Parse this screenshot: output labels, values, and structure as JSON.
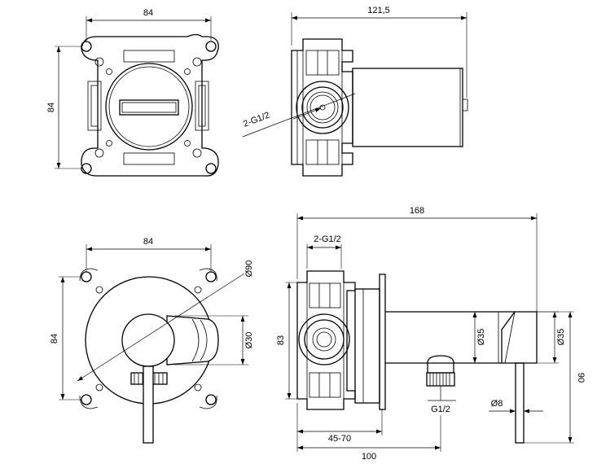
{
  "views": {
    "top_left": {
      "width_label": "84",
      "height_label": "84"
    },
    "top_right": {
      "length_label": "121,5",
      "thread_label": "2-G1/2"
    },
    "bottom_left": {
      "width_label": "84",
      "height_label": "84",
      "outer_dia_label": "Ø90",
      "inner_dia_label": "Ø30"
    },
    "bottom_right": {
      "total_length_label": "168",
      "thread_top_label": "2-G1/2",
      "height_label": "83",
      "dia_left_label": "Ø35",
      "dia_right_label": "Ø35",
      "vertical_label": "90",
      "pin_dia_label": "Ø8",
      "outlet_thread_label": "G1/2",
      "depth_range_label": "45-70",
      "reach_label": "100"
    }
  }
}
